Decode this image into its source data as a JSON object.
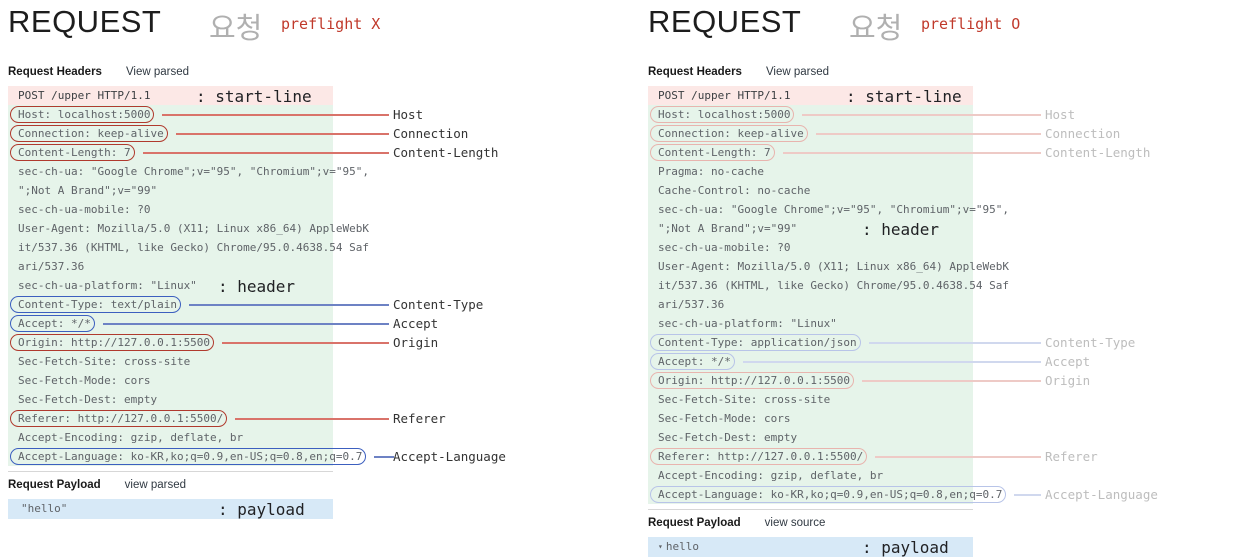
{
  "panels": [
    {
      "title": "REQUEST",
      "title_ko": "요청",
      "tag": "preflight X",
      "headers_section": {
        "name": "Request Headers",
        "action": "View parsed"
      },
      "payload_section": {
        "name": "Request Payload",
        "action": "view parsed"
      },
      "annotations": {
        "start_line": ": start-line",
        "header": ": header",
        "payload": ": payload"
      },
      "rows": [
        {
          "text": "POST /upper HTTP/1.1",
          "kind": "startline"
        },
        {
          "text": "Host: localhost:5000",
          "kind": "hdr",
          "box": "red",
          "label": "Host"
        },
        {
          "text": "Connection: keep-alive",
          "kind": "hdr",
          "box": "red",
          "label": "Connection"
        },
        {
          "text": "Content-Length: 7",
          "kind": "hdr",
          "box": "red",
          "label": "Content-Length"
        },
        {
          "text": "sec-ch-ua: \"Google Chrome\";v=\"95\", \"Chromium\";v=\"95\",",
          "kind": "hdr"
        },
        {
          "text": "\";Not A Brand\";v=\"99\"",
          "kind": "hdr"
        },
        {
          "text": "sec-ch-ua-mobile: ?0",
          "kind": "hdr"
        },
        {
          "text": "User-Agent: Mozilla/5.0 (X11; Linux x86_64) AppleWebK",
          "kind": "hdr"
        },
        {
          "text": "it/537.36 (KHTML, like Gecko) Chrome/95.0.4638.54 Saf",
          "kind": "hdr"
        },
        {
          "text": "ari/537.36",
          "kind": "hdr"
        },
        {
          "text": "sec-ch-ua-platform: \"Linux\"",
          "kind": "hdr"
        },
        {
          "text": "Content-Type: text/plain",
          "kind": "hdr",
          "box": "blue",
          "label": "Content-Type"
        },
        {
          "text": "Accept: */*",
          "kind": "hdr",
          "box": "blue",
          "label": "Accept"
        },
        {
          "text": "Origin: http://127.0.0.1:5500",
          "kind": "hdr",
          "box": "red",
          "label": "Origin"
        },
        {
          "text": "Sec-Fetch-Site: cross-site",
          "kind": "hdr"
        },
        {
          "text": "Sec-Fetch-Mode: cors",
          "kind": "hdr"
        },
        {
          "text": "Sec-Fetch-Dest: empty",
          "kind": "hdr"
        },
        {
          "text": "Referer: http://127.0.0.1:5500/",
          "kind": "hdr",
          "box": "red",
          "label": "Referer"
        },
        {
          "text": "Accept-Encoding: gzip, deflate, br",
          "kind": "hdr"
        },
        {
          "text": "Accept-Language: ko-KR,ko;q=0.9,en-US;q=0.8,en;q=0.7",
          "kind": "hdr",
          "box": "blue",
          "label": "Accept-Language"
        }
      ],
      "payload": {
        "text": "\"hello\"",
        "collapse_marker": ""
      }
    },
    {
      "title": "REQUEST",
      "title_ko": "요청",
      "tag": "preflight O",
      "headers_section": {
        "name": "Request Headers",
        "action": "View parsed"
      },
      "payload_section": {
        "name": "Request Payload",
        "action": "view source"
      },
      "annotations": {
        "start_line": ": start-line",
        "header": ": header",
        "payload": ": payload"
      },
      "rows": [
        {
          "text": "POST /upper HTTP/1.1",
          "kind": "startline"
        },
        {
          "text": "Host: localhost:5000",
          "kind": "hdr",
          "box": "red",
          "label": "Host"
        },
        {
          "text": "Connection: keep-alive",
          "kind": "hdr",
          "box": "red",
          "label": "Connection"
        },
        {
          "text": "Content-Length: 7",
          "kind": "hdr",
          "box": "red",
          "label": "Content-Length"
        },
        {
          "text": "Pragma: no-cache",
          "kind": "hdr"
        },
        {
          "text": "Cache-Control: no-cache",
          "kind": "hdr"
        },
        {
          "text": "sec-ch-ua: \"Google Chrome\";v=\"95\", \"Chromium\";v=\"95\",",
          "kind": "hdr"
        },
        {
          "text": "\";Not A Brand\";v=\"99\"",
          "kind": "hdr"
        },
        {
          "text": "sec-ch-ua-mobile: ?0",
          "kind": "hdr"
        },
        {
          "text": "User-Agent: Mozilla/5.0 (X11; Linux x86_64) AppleWebK",
          "kind": "hdr"
        },
        {
          "text": "it/537.36 (KHTML, like Gecko) Chrome/95.0.4638.54 Saf",
          "kind": "hdr"
        },
        {
          "text": "ari/537.36",
          "kind": "hdr"
        },
        {
          "text": "sec-ch-ua-platform: \"Linux\"",
          "kind": "hdr"
        },
        {
          "text": "Content-Type: application/json",
          "kind": "hdr",
          "box": "blue",
          "label": "Content-Type"
        },
        {
          "text": "Accept: */*",
          "kind": "hdr",
          "box": "blue",
          "label": "Accept"
        },
        {
          "text": "Origin: http://127.0.0.1:5500",
          "kind": "hdr",
          "box": "red",
          "label": "Origin"
        },
        {
          "text": "Sec-Fetch-Site: cross-site",
          "kind": "hdr"
        },
        {
          "text": "Sec-Fetch-Mode: cors",
          "kind": "hdr"
        },
        {
          "text": "Sec-Fetch-Dest: empty",
          "kind": "hdr"
        },
        {
          "text": "Referer: http://127.0.0.1:5500/",
          "kind": "hdr",
          "box": "red",
          "label": "Referer"
        },
        {
          "text": "Accept-Encoding: gzip, deflate, br",
          "kind": "hdr"
        },
        {
          "text": "Accept-Language: ko-KR,ko;q=0.9,en-US;q=0.8,en;q=0.7",
          "kind": "hdr",
          "box": "blue",
          "label": "Accept-Language"
        }
      ],
      "payload": {
        "text": "hello",
        "collapse_marker": "▾"
      }
    }
  ],
  "colors": {
    "startline_bg": "#fce8e6",
    "header_bg": "#e6f4ea",
    "payload_bg": "#d7e9f7",
    "box_red": "#b03a2e",
    "box_blue": "#3c5fbf",
    "tag_red": "#c0392b",
    "muted_label": "#bdbdbd"
  }
}
